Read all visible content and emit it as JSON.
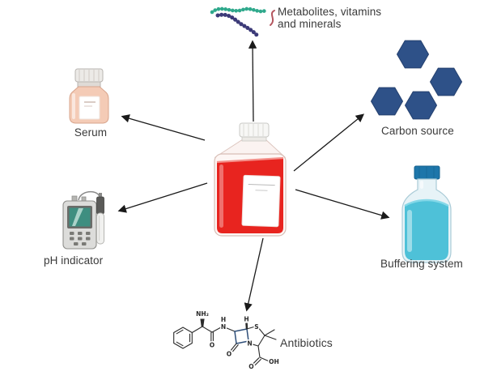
{
  "diagram": {
    "labels": {
      "metabolites_line1": "Metabolites, vitamins",
      "metabolites_line2": "and minerals",
      "serum": "Serum",
      "ph_indicator": "pH indicator",
      "carbon_source": "Carbon source",
      "buffering_system": "Buffering system",
      "antibiotics": "Antibiotics"
    },
    "atoms": {
      "nh2": "NH₂",
      "h_amide": "H",
      "h_ring": "H",
      "n_amide": "N",
      "s": "S",
      "n_ring": "N",
      "o_amide": "O",
      "o_lactam": "O",
      "o_acid": "O",
      "oh": "OH"
    },
    "colors": {
      "background": "#ffffff",
      "arrow": "#1a1a1a",
      "media_liquid": "#e8241f",
      "hexagon": "#2e5188",
      "buffer_liquid": "#4ec1d8",
      "buffer_cap": "#1d76aa",
      "serum_body": "#f4cbb6",
      "chain_teal": "#2fa98c",
      "chain_navy": "#3c3a78",
      "chain_red": "#b3555e",
      "lactam_ring": "#2f4f79",
      "ph_screen": "#3e8e80"
    }
  }
}
